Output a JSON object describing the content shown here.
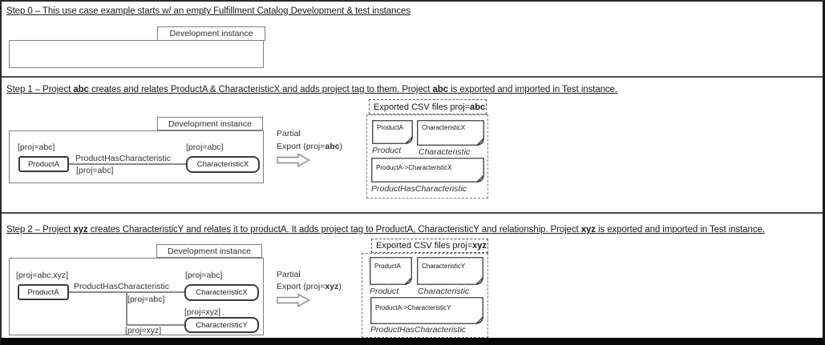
{
  "colors": {
    "frame": "#070707",
    "separator": "#4d4d4d",
    "box_border": "#7f7f7f",
    "node_border": "#3d3d3d",
    "line": "#8a8a8a",
    "dashed_border": "#5c5c5c"
  },
  "step0": {
    "title": "Step 0 – This use case example starts w/ an empty Fulfillment Catalog Development & test instances",
    "instance_label": "Development instance"
  },
  "step1": {
    "title": {
      "p1": "Step 1 – Project ",
      "b1": "abc",
      "p2": " creates and relates ProductA & CharacteristicX and adds project tag to them. Project ",
      "b2": "abc",
      "p3": " is exported and imported in Test instance."
    },
    "instance_label": "Development instance",
    "diagram": {
      "product_tag": "[proj=abc]",
      "product": "ProductA",
      "relation_label": "ProductHasCharacteristic",
      "relation_tag": "[proj=abc]",
      "characteristic_tag": "[proj=abc]",
      "characteristic": "CharacteristicX"
    },
    "export": {
      "line1": "Partial",
      "line2_p1": "Export (proj=",
      "line2_b": "abc",
      "line2_p2": ")"
    },
    "csv": {
      "title_p1": "Exported CSV files proj=",
      "title_b": "abc",
      "files": [
        {
          "name": "ProductA",
          "type": "Product"
        },
        {
          "name": "CharacteristicX",
          "type": "Characteristic"
        },
        {
          "name": "ProductA->CharacteristicX",
          "type": "ProductHasCharacteristic"
        }
      ]
    }
  },
  "step2": {
    "title": {
      "p1": "Step 2 – Project ",
      "b1": "xyz",
      "p2": " creates CharacteristicY and relates it to productA. It adds project tag to ProductA, CharacteristicY and relationship. Project ",
      "b2": "xyz",
      "p3": " is exported and imported in Test instance."
    },
    "instance_label": "Development instance",
    "diagram": {
      "product_tag": "[proj=abc,xyz]",
      "product": "ProductA",
      "relation_label": "ProductHasCharacteristic",
      "relation1_tag": "[proj=abc]",
      "characteristicX_tag": "[proj=abc]",
      "characteristicX": "CharacteristicX",
      "characteristicY_tag": "[proj=xyz]",
      "characteristicY": "CharacteristicY",
      "relation2_tag": "[proj=xyz]"
    },
    "export": {
      "line1": "Partial",
      "line2_p1": "Export (proj=",
      "line2_b": "xyz",
      "line2_p2": ")"
    },
    "csv": {
      "title_p1": "Exported CSV files proj=",
      "title_b": "xyz",
      "files": [
        {
          "name": "ProductA",
          "type": "Product"
        },
        {
          "name": "CharacteristicY",
          "type": "Characteristic"
        },
        {
          "name": "ProductA->CharacteristicY",
          "type": "ProductHasCharacteristic"
        }
      ]
    }
  }
}
